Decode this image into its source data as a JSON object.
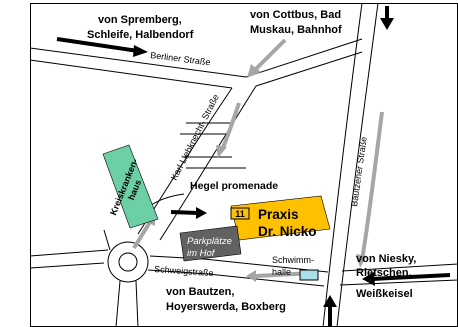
{
  "directions": {
    "northwest": [
      "von Spremberg,",
      "Schleife, Halbendorf"
    ],
    "north": [
      "von Cottbus, Bad",
      "Muskau,  Bahnhof"
    ],
    "east": [
      "von Niesky,",
      "Rietschen,",
      "Weißkeisel"
    ],
    "south": [
      "von Bautzen,",
      "Hoyerswerda, Boxberg"
    ]
  },
  "streets": {
    "berliner": "Berliner Straße",
    "karl_liebknecht": "Karl-Liebknecht- Straße",
    "hegel": "Hegel promenade",
    "bautzener": "Bautzener Straße",
    "schweig": "Schweigstraße"
  },
  "places": {
    "hospital": [
      "Kreiskranken-",
      "haus"
    ],
    "parking": [
      "Parkplätze",
      "im Hof"
    ],
    "pool": [
      "Schwimm-",
      "halle"
    ],
    "practice": {
      "house_number": "11",
      "lines": [
        "Praxis",
        "Dr. Nicko"
      ]
    }
  },
  "colors": {
    "practice": "#ffc000",
    "hospital": "#6ccfa6",
    "parking": "#616161",
    "pool": "#a9dfe8",
    "route": "#a6a6a6",
    "ink": "#000000"
  }
}
